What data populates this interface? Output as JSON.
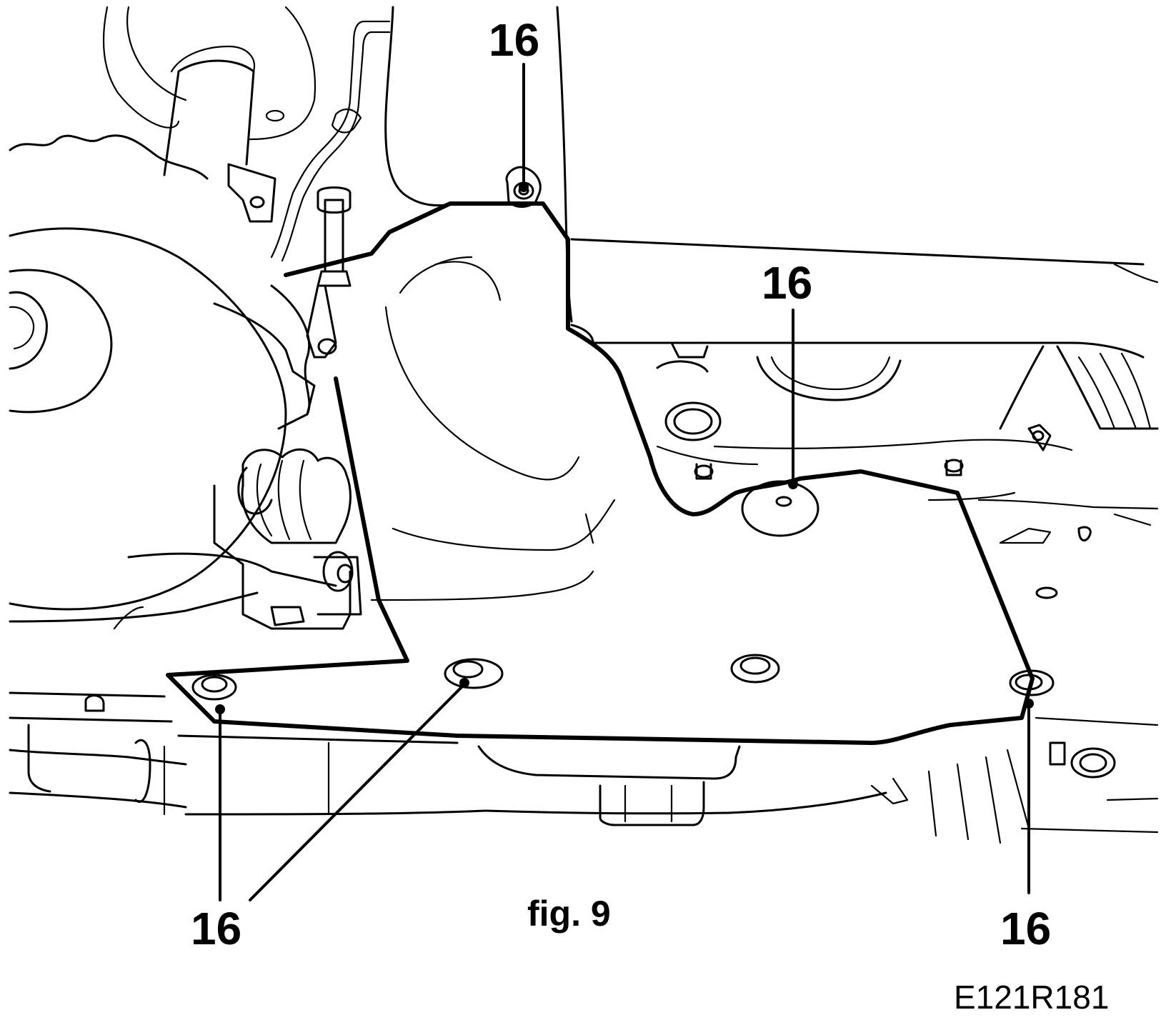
{
  "figure": {
    "caption": "fig. 9",
    "reference_code": "E121R181"
  },
  "callouts": [
    {
      "id": "top",
      "label": "16"
    },
    {
      "id": "center",
      "label": "16"
    },
    {
      "id": "bottom-left",
      "label": "16"
    },
    {
      "id": "bottom-right",
      "label": "16"
    }
  ]
}
